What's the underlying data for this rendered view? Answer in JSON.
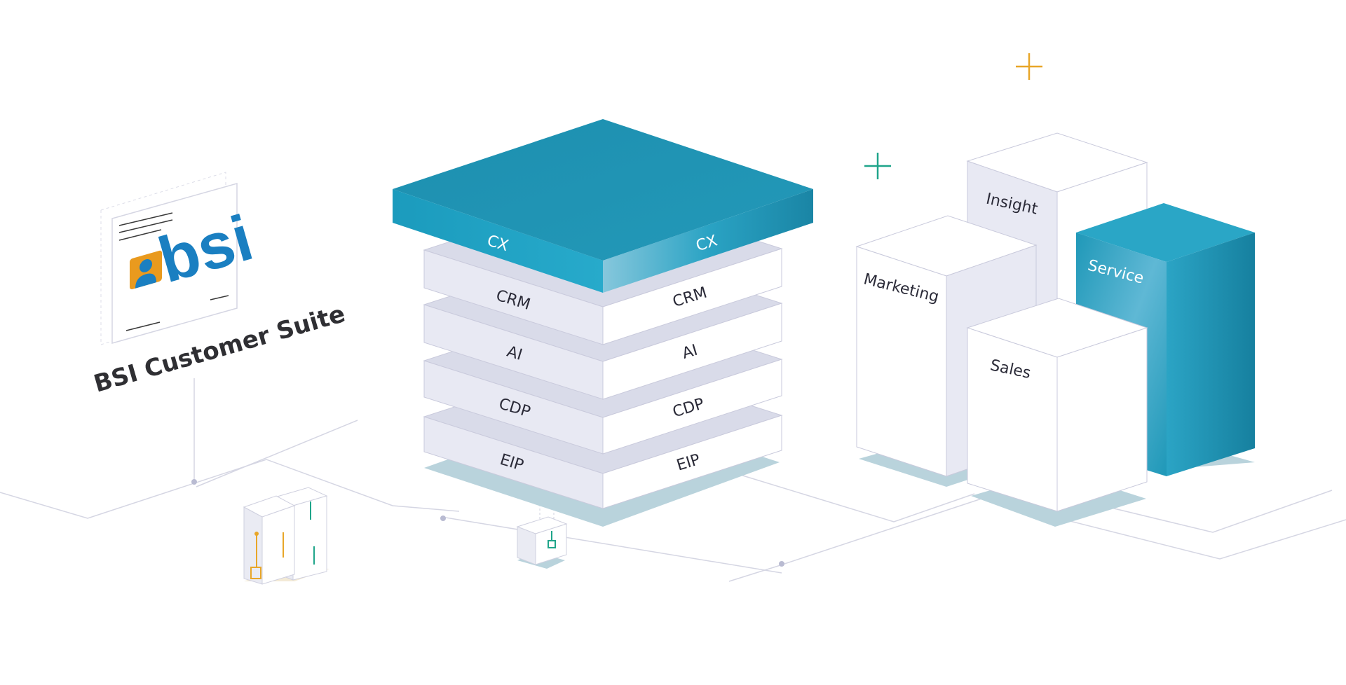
{
  "brand": {
    "logo_text": "bsi",
    "product_name": "BSI Customer Suite"
  },
  "stack": {
    "top_label_left": "CX",
    "top_label_right": "CX",
    "layers": [
      {
        "left": "CRM",
        "right": "CRM"
      },
      {
        "left": "AI",
        "right": "AI"
      },
      {
        "left": "CDP",
        "right": "CDP"
      },
      {
        "left": "EIP",
        "right": "EIP"
      }
    ]
  },
  "blocks": {
    "insight": "Insight",
    "marketing": "Marketing",
    "service": "Service",
    "sales": "Sales"
  },
  "colors": {
    "teal": "#1f95b4",
    "teal_dark": "#18819e",
    "teal_light": "#2bb1cf",
    "slab_face": "#e8e9f3",
    "slab_edge": "#c9cadc",
    "shadow": "#b9d3dc",
    "orange": "#e8a628",
    "green": "#1fa58a"
  }
}
